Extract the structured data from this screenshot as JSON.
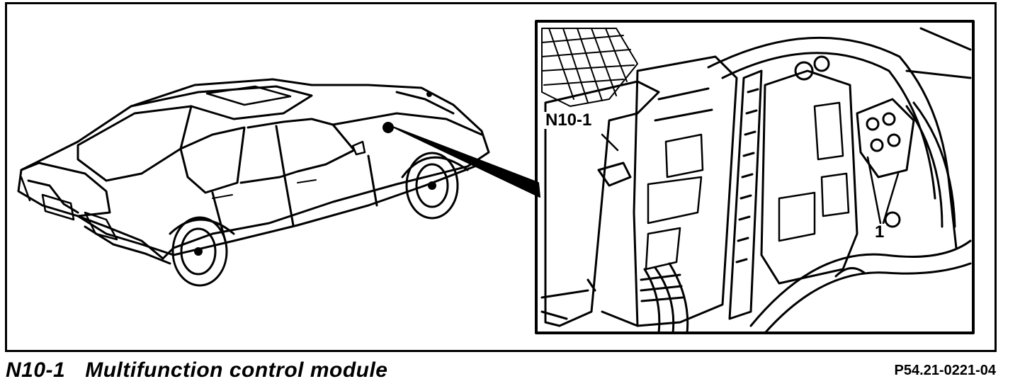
{
  "diagram": {
    "callouts": {
      "module_label": "N10-1",
      "relay_label": "1"
    }
  },
  "caption": {
    "component_code": "N10-1",
    "component_name": "Multifunction control module",
    "figure_id": "P54.21-0221-04"
  }
}
